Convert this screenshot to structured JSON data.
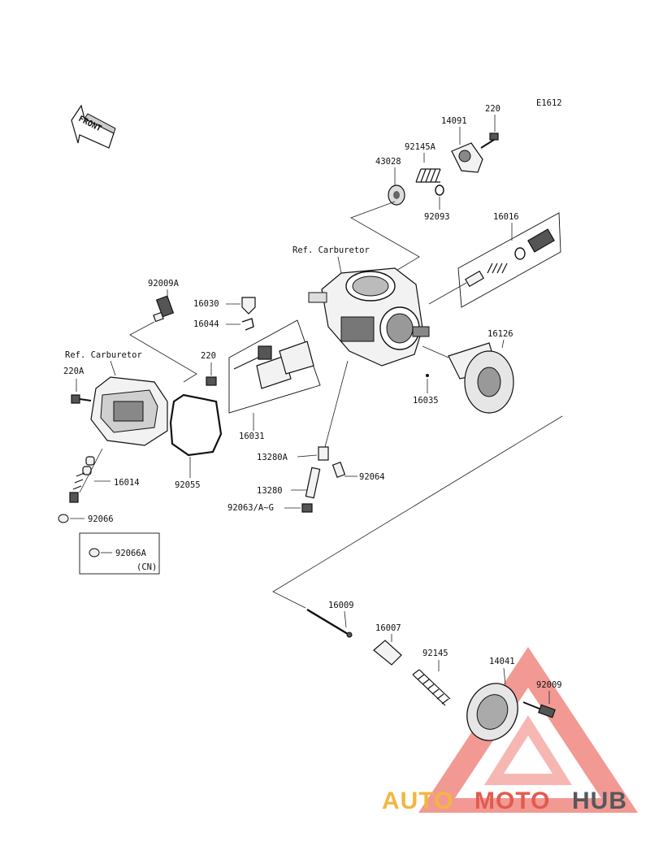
{
  "diagram": {
    "code": "E1612",
    "front_label": "FRONT",
    "ref_carburetor_top": "Ref. Carburetor",
    "ref_carburetor_left": "Ref. Carburetor",
    "parts": {
      "p220_top": "220",
      "p14091": "14091",
      "p92145A": "92145A",
      "p43028": "43028",
      "p92093": "92093",
      "p16016": "16016",
      "p92009A": "92009A",
      "p16030": "16030",
      "p16044": "16044",
      "p220_mid": "220",
      "p220A": "220A",
      "p16126": "16126",
      "p16035": "16035",
      "p16031": "16031",
      "p13280A": "13280A",
      "p92064": "92064",
      "p13280": "13280",
      "p92063": "92063/A~G",
      "p16014": "16014",
      "p92055": "92055",
      "p92066": "92066",
      "p92066A": "92066A",
      "cn_note": "(CN)",
      "p16009": "16009",
      "p16007": "16007",
      "p92145": "92145",
      "p14041": "14041",
      "p92009": "92009"
    }
  },
  "watermark": {
    "auto": "AUTO",
    "moto": "MOTO",
    "hub": "HUB",
    "colors": {
      "auto": "#f2b640",
      "moto": "#e35a4e",
      "hub": "#55585c",
      "triangle": "#e8463c"
    }
  }
}
